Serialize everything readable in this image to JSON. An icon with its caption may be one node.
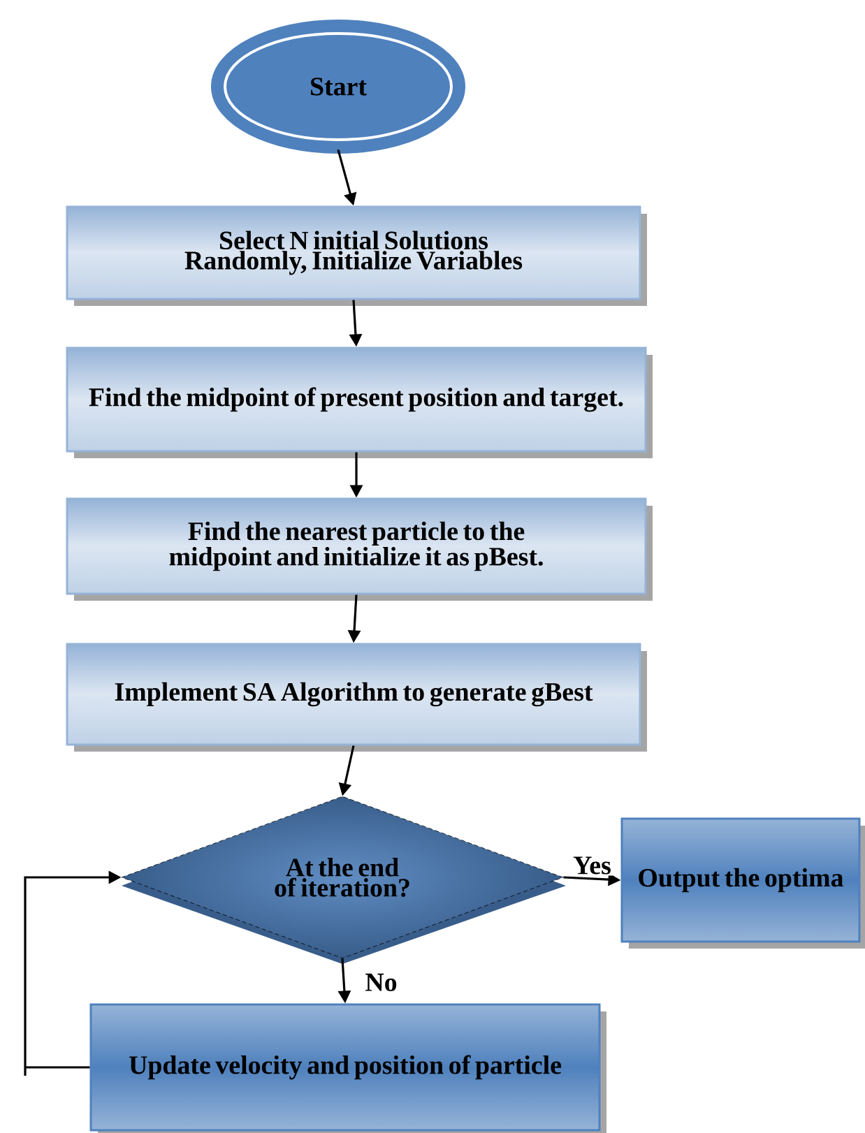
{
  "diagram": {
    "nodes": [
      {
        "text": [
          "Start"
        ]
      },
      {
        "text": [
          "Select N initial Solutions Randomly, Initialize Variables"
        ]
      },
      {
        "text": [
          "Find the midpoint of present position and target."
        ]
      },
      {
        "text": [
          "Find the nearest particle to the midpoint and initialize it as pBest."
        ]
      },
      {
        "text": [
          "Implement SA Algorithm to generate gBest"
        ]
      },
      {
        "text": [
          "At the end of iteration?"
        ]
      },
      {
        "text": [
          "Output the optima"
        ]
      },
      {
        "text": [
          "Update velocity and position of particle"
        ]
      }
    ],
    "edges": [
      {
        "from": 0,
        "to": 1,
        "arrow": "to"
      },
      {
        "from": 1,
        "to": 2,
        "arrow": "to"
      },
      {
        "from": 2,
        "to": 3,
        "arrow": "to"
      },
      {
        "from": 3,
        "to": 4,
        "arrow": "to"
      },
      {
        "from": 4,
        "to": 5,
        "arrow": "to"
      },
      {
        "from": 5,
        "to": 6,
        "label": "Yes",
        "arrow": "to"
      },
      {
        "from": 5,
        "to": 7,
        "label": "No",
        "arrow": "to"
      },
      {
        "from": 7,
        "to": 5,
        "arrow": "to"
      }
    ]
  }
}
